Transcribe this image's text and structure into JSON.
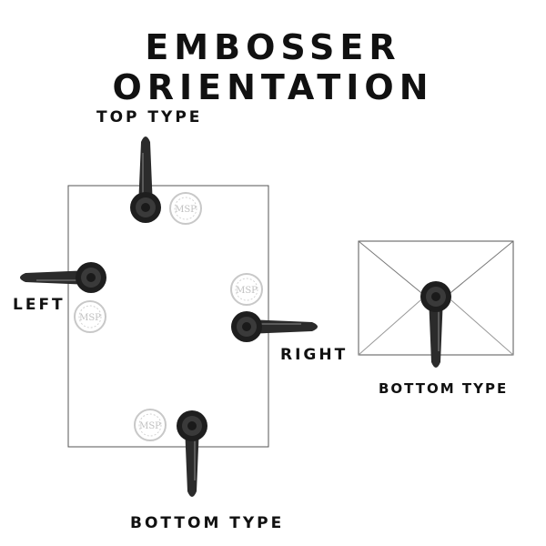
{
  "title": "EMBOSSER ORIENTATION",
  "labels": {
    "top": "TOP TYPE",
    "left": "LEFT",
    "right": "RIGHT",
    "bottom": "BOTTOM TYPE",
    "envelope_bottom": "BOTTOM TYPE"
  },
  "seal_text": "MSP",
  "colors": {
    "embosser": "#2b2b2b",
    "outline": "#555555",
    "seal": "#c8c8c8"
  },
  "icons": [
    "embosser-icon",
    "seal-stamp-icon",
    "envelope-icon",
    "paper-sheet-icon"
  ]
}
